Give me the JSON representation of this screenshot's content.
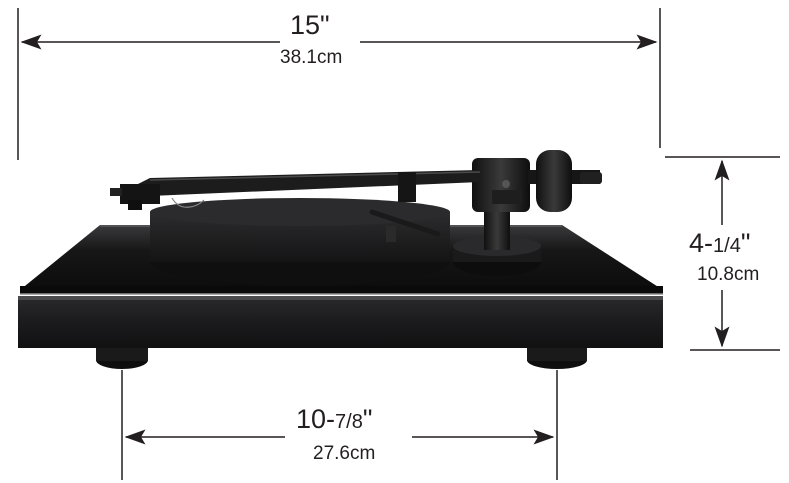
{
  "dimensions": {
    "width": {
      "imperial_whole": "15",
      "imperial_frac": "",
      "imperial_mark": "\"",
      "metric": "38.1cm"
    },
    "height": {
      "imperial_whole": "4-",
      "imperial_frac": "1/4",
      "imperial_mark": "\"",
      "metric": "10.8cm"
    },
    "foot_spacing": {
      "imperial_whole": "10-",
      "imperial_frac": "7/8",
      "imperial_mark": "\"",
      "metric": "27.6cm"
    }
  },
  "colors": {
    "line": "#231f20",
    "plinth": "#1c1c1e",
    "platter": "#232325",
    "arm": "#1a1a1a"
  }
}
